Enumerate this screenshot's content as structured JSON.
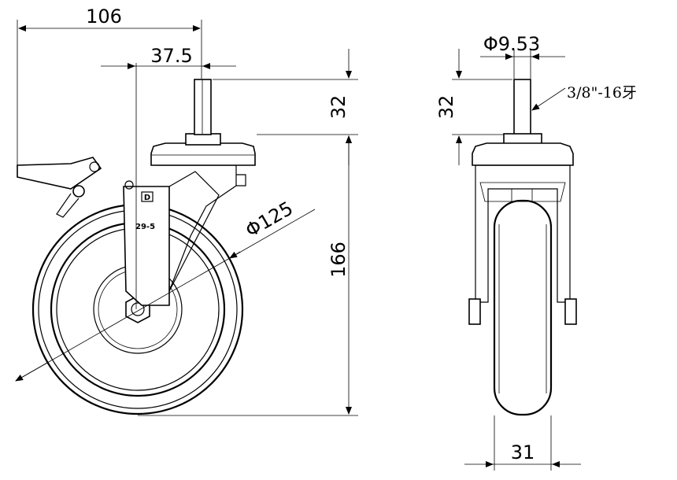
{
  "dimensions": {
    "overall_offset": "106",
    "stem_offset": "37.5",
    "stem_length_side": "32",
    "total_height": "166",
    "wheel_diameter": "Φ125",
    "stem_diameter": "Φ9.53",
    "stem_length_front": "32",
    "thread_spec": "3/8\"-16牙",
    "wheel_width": "31"
  },
  "marks": {
    "brand_logo": "D",
    "model_code": "29-5"
  }
}
